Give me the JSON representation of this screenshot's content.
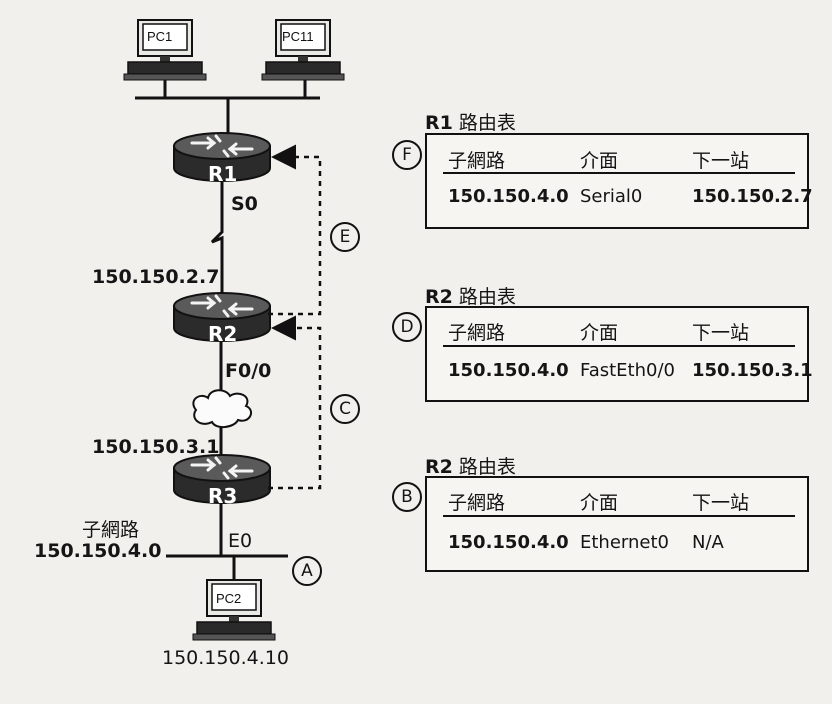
{
  "network": {
    "pcs": {
      "pc1": "PC1",
      "pc11": "PC11",
      "pc2": "PC2"
    },
    "routers": {
      "r1": "R1",
      "r2": "R2",
      "r3": "R3"
    },
    "labels": {
      "s0": "S0",
      "r2_serial_ip": "150.150.2.7",
      "f00": "F0/0",
      "r3_ip": "150.150.3.1",
      "e0": "E0",
      "subnet_caption": "子網路",
      "subnet_ip": "150.150.4.0",
      "pc2_ip": "150.150.4.10"
    },
    "step_markers": {
      "a": "A",
      "c": "C",
      "e": "E"
    }
  },
  "routing_tables": [
    {
      "marker": "F",
      "title_router": "R1",
      "title_suffix": "路由表",
      "headers": [
        "子網路",
        "介面",
        "下一站"
      ],
      "row": [
        "150.150.4.0",
        "Serial0",
        "150.150.2.7"
      ]
    },
    {
      "marker": "D",
      "title_router": "R2",
      "title_suffix": "路由表",
      "headers": [
        "子網路",
        "介面",
        "下一站"
      ],
      "row": [
        "150.150.4.0",
        "FastEth0/0",
        "150.150.3.1"
      ]
    },
    {
      "marker": "B",
      "title_router": "R2",
      "title_suffix": "路由表",
      "headers": [
        "子網路",
        "介面",
        "下一站"
      ],
      "row": [
        "150.150.4.0",
        "Ethernet0",
        "N/A"
      ]
    }
  ]
}
